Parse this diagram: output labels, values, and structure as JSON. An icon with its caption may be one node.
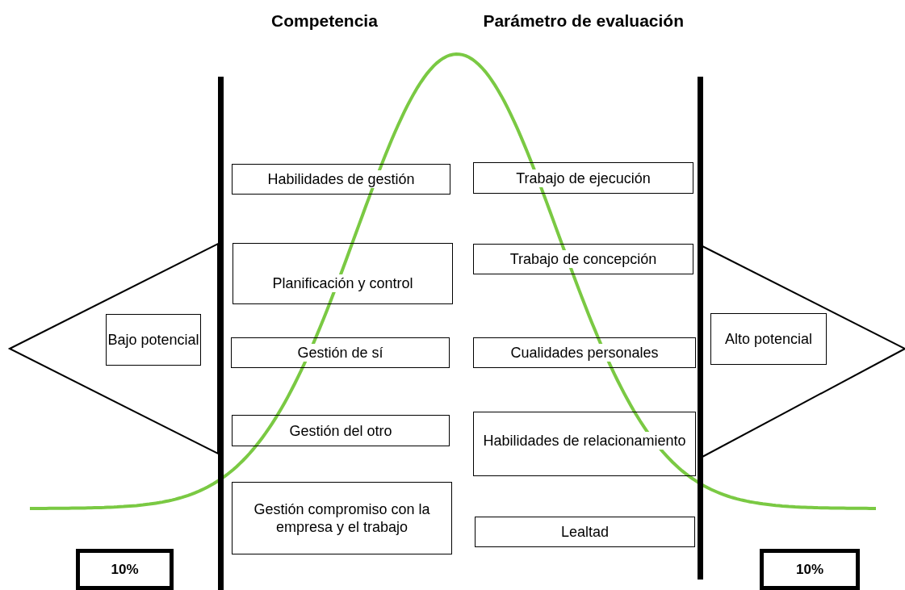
{
  "diagram": {
    "nodes": [
      {
        "text": [
          "Habilidades de gestión"
        ]
      },
      {
        "text": [
          "Trabajo de ejecución"
        ]
      },
      {
        "text": [
          "Planificación y control"
        ]
      },
      {
        "text": [
          "Trabajo de concepción"
        ]
      },
      {
        "text": [
          "Bajo potencial"
        ]
      },
      {
        "text": [
          "Gestión de sí"
        ]
      },
      {
        "text": [
          "Cualidades personales"
        ]
      },
      {
        "text": [
          "Alto potencial"
        ]
      },
      {
        "text": [
          "Gestión del otro"
        ]
      },
      {
        "text": [
          "Habilidades de relacionamiento"
        ]
      },
      {
        "text": [
          "Gestión compromiso con la empresa y el trabajo"
        ]
      },
      {
        "text": [
          "Lealtad"
        ]
      },
      {
        "text": [
          "10%"
        ]
      },
      {
        "text": [
          "10%"
        ]
      }
    ],
    "edges": [],
    "labels": [
      "Competencia",
      "Parámetro de evaluación"
    ]
  }
}
